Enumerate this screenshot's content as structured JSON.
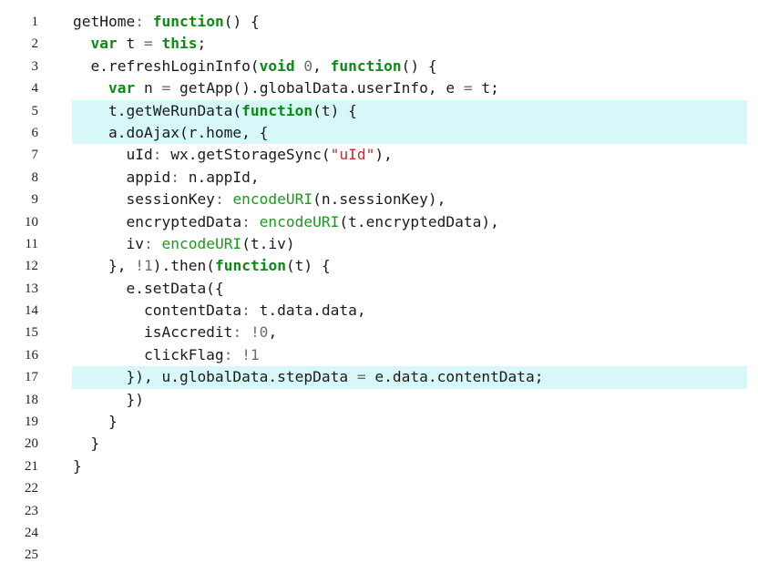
{
  "colors": {
    "highlight": "#d7f7f8",
    "keyword": "#0a8c12",
    "builtin": "#1a9a1a",
    "string": "#c62828",
    "number": "#6b6b6b"
  },
  "lines": [
    {
      "number": "1",
      "highlight": false,
      "tokens": [
        {
          "text": "getHome",
          "type": "plain"
        },
        {
          "text": ": ",
          "type": "operator"
        },
        {
          "text": "function",
          "type": "keyword"
        },
        {
          "text": "() {",
          "type": "punct"
        }
      ]
    },
    {
      "number": "2",
      "highlight": false,
      "tokens": [
        {
          "text": "  ",
          "type": "plain"
        },
        {
          "text": "var",
          "type": "keyword"
        },
        {
          "text": " t ",
          "type": "plain"
        },
        {
          "text": "=",
          "type": "operator"
        },
        {
          "text": " ",
          "type": "plain"
        },
        {
          "text": "this",
          "type": "keyword"
        },
        {
          "text": ";",
          "type": "punct"
        }
      ]
    },
    {
      "number": "3",
      "highlight": false,
      "tokens": [
        {
          "text": "  e.refreshLoginInfo(",
          "type": "plain"
        },
        {
          "text": "void",
          "type": "keyword"
        },
        {
          "text": " ",
          "type": "plain"
        },
        {
          "text": "0",
          "type": "number"
        },
        {
          "text": ", ",
          "type": "punct"
        },
        {
          "text": "function",
          "type": "keyword"
        },
        {
          "text": "() {",
          "type": "punct"
        }
      ]
    },
    {
      "number": "4",
      "highlight": false,
      "tokens": [
        {
          "text": "    ",
          "type": "plain"
        },
        {
          "text": "var",
          "type": "keyword"
        },
        {
          "text": " n ",
          "type": "plain"
        },
        {
          "text": "=",
          "type": "operator"
        },
        {
          "text": " getApp().globalData.userInfo, e ",
          "type": "plain"
        },
        {
          "text": "=",
          "type": "operator"
        },
        {
          "text": " t;",
          "type": "plain"
        }
      ]
    },
    {
      "number": "5",
      "highlight": true,
      "tokens": [
        {
          "text": "    t.getWeRunData(",
          "type": "plain"
        },
        {
          "text": "function",
          "type": "keyword"
        },
        {
          "text": "(t) {",
          "type": "plain"
        }
      ]
    },
    {
      "number": "6",
      "highlight": true,
      "tokens": [
        {
          "text": "    a.doAjax(r.home, {",
          "type": "plain"
        }
      ]
    },
    {
      "number": "7",
      "highlight": false,
      "tokens": [
        {
          "text": "      uId",
          "type": "plain"
        },
        {
          "text": ": ",
          "type": "operator"
        },
        {
          "text": "wx.getStorageSync(",
          "type": "plain"
        },
        {
          "text": "\"uId\"",
          "type": "string"
        },
        {
          "text": "),",
          "type": "plain"
        }
      ]
    },
    {
      "number": "8",
      "highlight": false,
      "tokens": [
        {
          "text": "      appid",
          "type": "plain"
        },
        {
          "text": ": ",
          "type": "operator"
        },
        {
          "text": "n.appId,",
          "type": "plain"
        }
      ]
    },
    {
      "number": "9",
      "highlight": false,
      "tokens": [
        {
          "text": "      sessionKey",
          "type": "plain"
        },
        {
          "text": ": ",
          "type": "operator"
        },
        {
          "text": "encodeURI",
          "type": "builtin"
        },
        {
          "text": "(n.sessionKey),",
          "type": "plain"
        }
      ]
    },
    {
      "number": "10",
      "highlight": false,
      "tokens": [
        {
          "text": "      encryptedData",
          "type": "plain"
        },
        {
          "text": ": ",
          "type": "operator"
        },
        {
          "text": "encodeURI",
          "type": "builtin"
        },
        {
          "text": "(t.encryptedData),",
          "type": "plain"
        }
      ]
    },
    {
      "number": "11",
      "highlight": false,
      "tokens": [
        {
          "text": "      iv",
          "type": "plain"
        },
        {
          "text": ": ",
          "type": "operator"
        },
        {
          "text": "encodeURI",
          "type": "builtin"
        },
        {
          "text": "(t.iv)",
          "type": "plain"
        }
      ]
    },
    {
      "number": "12",
      "highlight": false,
      "tokens": [
        {
          "text": "    }, ",
          "type": "plain"
        },
        {
          "text": "!1",
          "type": "number"
        },
        {
          "text": ").then(",
          "type": "plain"
        },
        {
          "text": "function",
          "type": "keyword"
        },
        {
          "text": "(t) {",
          "type": "plain"
        }
      ]
    },
    {
      "number": "13",
      "highlight": false,
      "tokens": [
        {
          "text": "      e.setData({",
          "type": "plain"
        }
      ]
    },
    {
      "number": "14",
      "highlight": false,
      "tokens": [
        {
          "text": "        contentData",
          "type": "plain"
        },
        {
          "text": ": ",
          "type": "operator"
        },
        {
          "text": "t.data.data,",
          "type": "plain"
        }
      ]
    },
    {
      "number": "15",
      "highlight": false,
      "tokens": [
        {
          "text": "        isAccredit",
          "type": "plain"
        },
        {
          "text": ": ",
          "type": "operator"
        },
        {
          "text": "!0",
          "type": "number"
        },
        {
          "text": ",",
          "type": "plain"
        }
      ]
    },
    {
      "number": "16",
      "highlight": false,
      "tokens": [
        {
          "text": "        clickFlag",
          "type": "plain"
        },
        {
          "text": ": ",
          "type": "operator"
        },
        {
          "text": "!1",
          "type": "number"
        }
      ]
    },
    {
      "number": "17",
      "highlight": true,
      "tokens": [
        {
          "text": "      }), u.globalData.stepData ",
          "type": "plain"
        },
        {
          "text": "=",
          "type": "operator"
        },
        {
          "text": " e.data.contentData;",
          "type": "plain"
        }
      ]
    },
    {
      "number": "18",
      "highlight": false,
      "tokens": [
        {
          "text": "      })",
          "type": "plain"
        }
      ]
    },
    {
      "number": "19",
      "highlight": false,
      "tokens": [
        {
          "text": "    }",
          "type": "plain"
        }
      ]
    },
    {
      "number": "20",
      "highlight": false,
      "tokens": [
        {
          "text": "  }",
          "type": "plain"
        }
      ]
    },
    {
      "number": "21",
      "highlight": false,
      "tokens": [
        {
          "text": "}",
          "type": "plain"
        }
      ]
    },
    {
      "number": "22",
      "highlight": false,
      "tokens": []
    },
    {
      "number": "23",
      "highlight": false,
      "tokens": []
    },
    {
      "number": "24",
      "highlight": false,
      "tokens": []
    },
    {
      "number": "25",
      "highlight": false,
      "tokens": []
    }
  ]
}
